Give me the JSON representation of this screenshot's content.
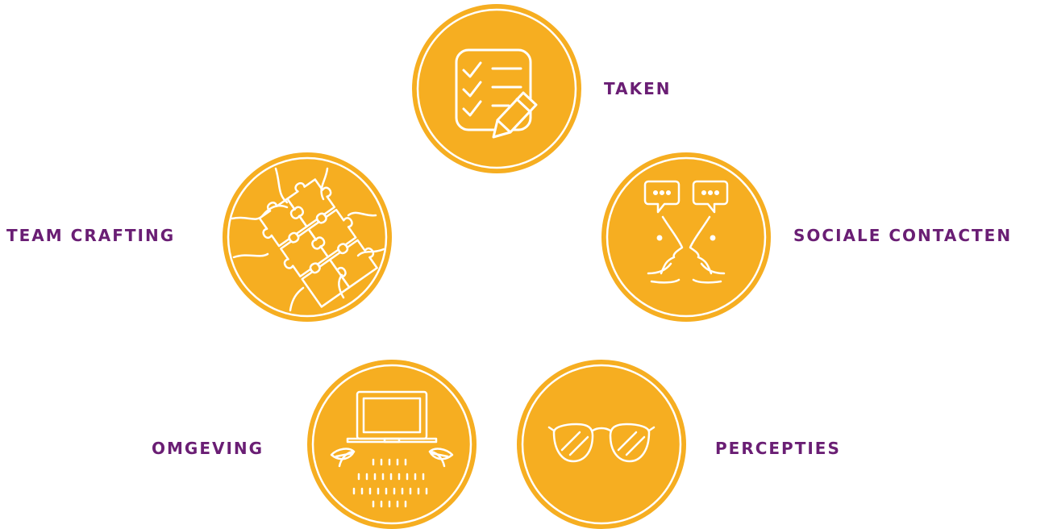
{
  "colors": {
    "circle_fill": "#f6ae21",
    "icon_stroke": "#ffffff",
    "label_text": "#6a1e74"
  },
  "nodes": [
    {
      "id": "taken",
      "label": "TAKEN",
      "icon": "checklist-pencil-icon"
    },
    {
      "id": "team",
      "label": "TEAM CRAFTING",
      "icon": "puzzle-icon"
    },
    {
      "id": "sociale",
      "label": "SOCIALE CONTACTEN",
      "icon": "faces-speech-bubbles-icon"
    },
    {
      "id": "omgeving",
      "label": "OMGEVING",
      "icon": "laptop-plants-icon"
    },
    {
      "id": "percepties",
      "label": "PERCEPTIES",
      "icon": "glasses-icon"
    }
  ]
}
